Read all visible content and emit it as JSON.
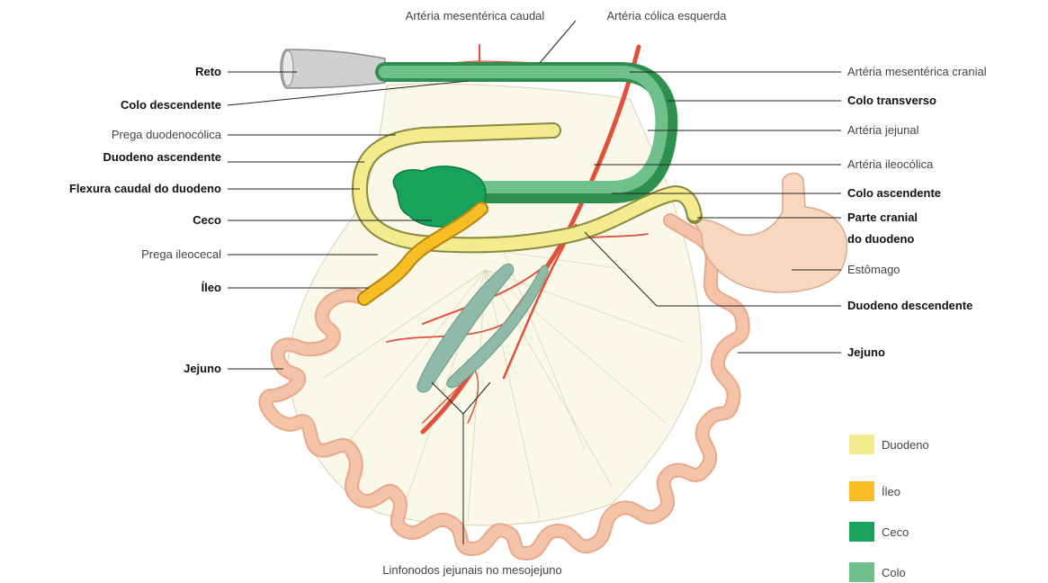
{
  "labels": {
    "art_mesenterica_caudal": "Artéria mesentérica caudal",
    "art_colica_esquerda": "Artéria cólica esquerda",
    "reto": "Reto",
    "colo_descendente": "Colo descendente",
    "prega_duodenocolica": "Prega duodenocólica",
    "duodeno_ascendente": "Duodeno ascendente",
    "flexura_caudal": "Flexura caudal do duodeno",
    "ceco": "Ceco",
    "prega_ileocecal": "Prega ileocecal",
    "ileo": "Íleo",
    "jejuno_left": "Jejuno",
    "art_mesenterica_cranial": "Artéria mesentérica cranial",
    "colo_transverso": "Colo transverso",
    "art_jejunal": "Artéria jejunal",
    "art_ileocolica": "Artéria ileocólica",
    "colo_ascendente": "Colo ascendente",
    "parte_cranial_1": "Parte cranial",
    "parte_cranial_2": "do duodeno",
    "estomago": "Estômago",
    "duodeno_descendente": "Duodeno descendente",
    "jejuno_right": "Jejuno",
    "linfonodos": "Linfonodos jejunais no mesojejuno"
  },
  "legend": [
    {
      "label": "Duodeno",
      "color": "#f3eb8e"
    },
    {
      "label": "Íleo",
      "color": "#f6bd25"
    },
    {
      "label": "Ceco",
      "color": "#17a35b"
    },
    {
      "label": "Colo",
      "color": "#6fc08b"
    }
  ],
  "colors": {
    "duodeno": "#f3eb8e",
    "ileo": "#f6bd25",
    "ceco": "#17a35b",
    "colo": "#6fc08b",
    "colo_dark": "#2f8f4e",
    "jejuno": "#f5c3a8",
    "artery": "#e0503a",
    "mesentery": "#faf8e8",
    "stomach": "#f8d7c0",
    "lymph": "#8fb9a8"
  }
}
